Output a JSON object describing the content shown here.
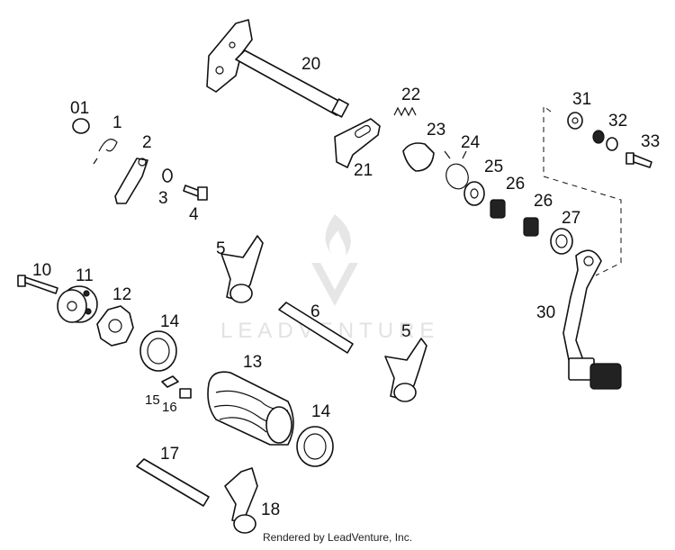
{
  "diagram": {
    "labels": [
      "01",
      "1",
      "2",
      "3",
      "4",
      "10",
      "11",
      "12",
      "14",
      "15",
      "16",
      "13",
      "14",
      "17",
      "18",
      "5",
      "6",
      "5",
      "20",
      "21",
      "22",
      "23",
      "24",
      "25",
      "26",
      "26",
      "27",
      "31",
      "32",
      "33",
      "30"
    ]
  },
  "watermark": {
    "text": "LEADVENTURE"
  },
  "footer": {
    "text": "Rendered by LeadVenture, Inc."
  }
}
